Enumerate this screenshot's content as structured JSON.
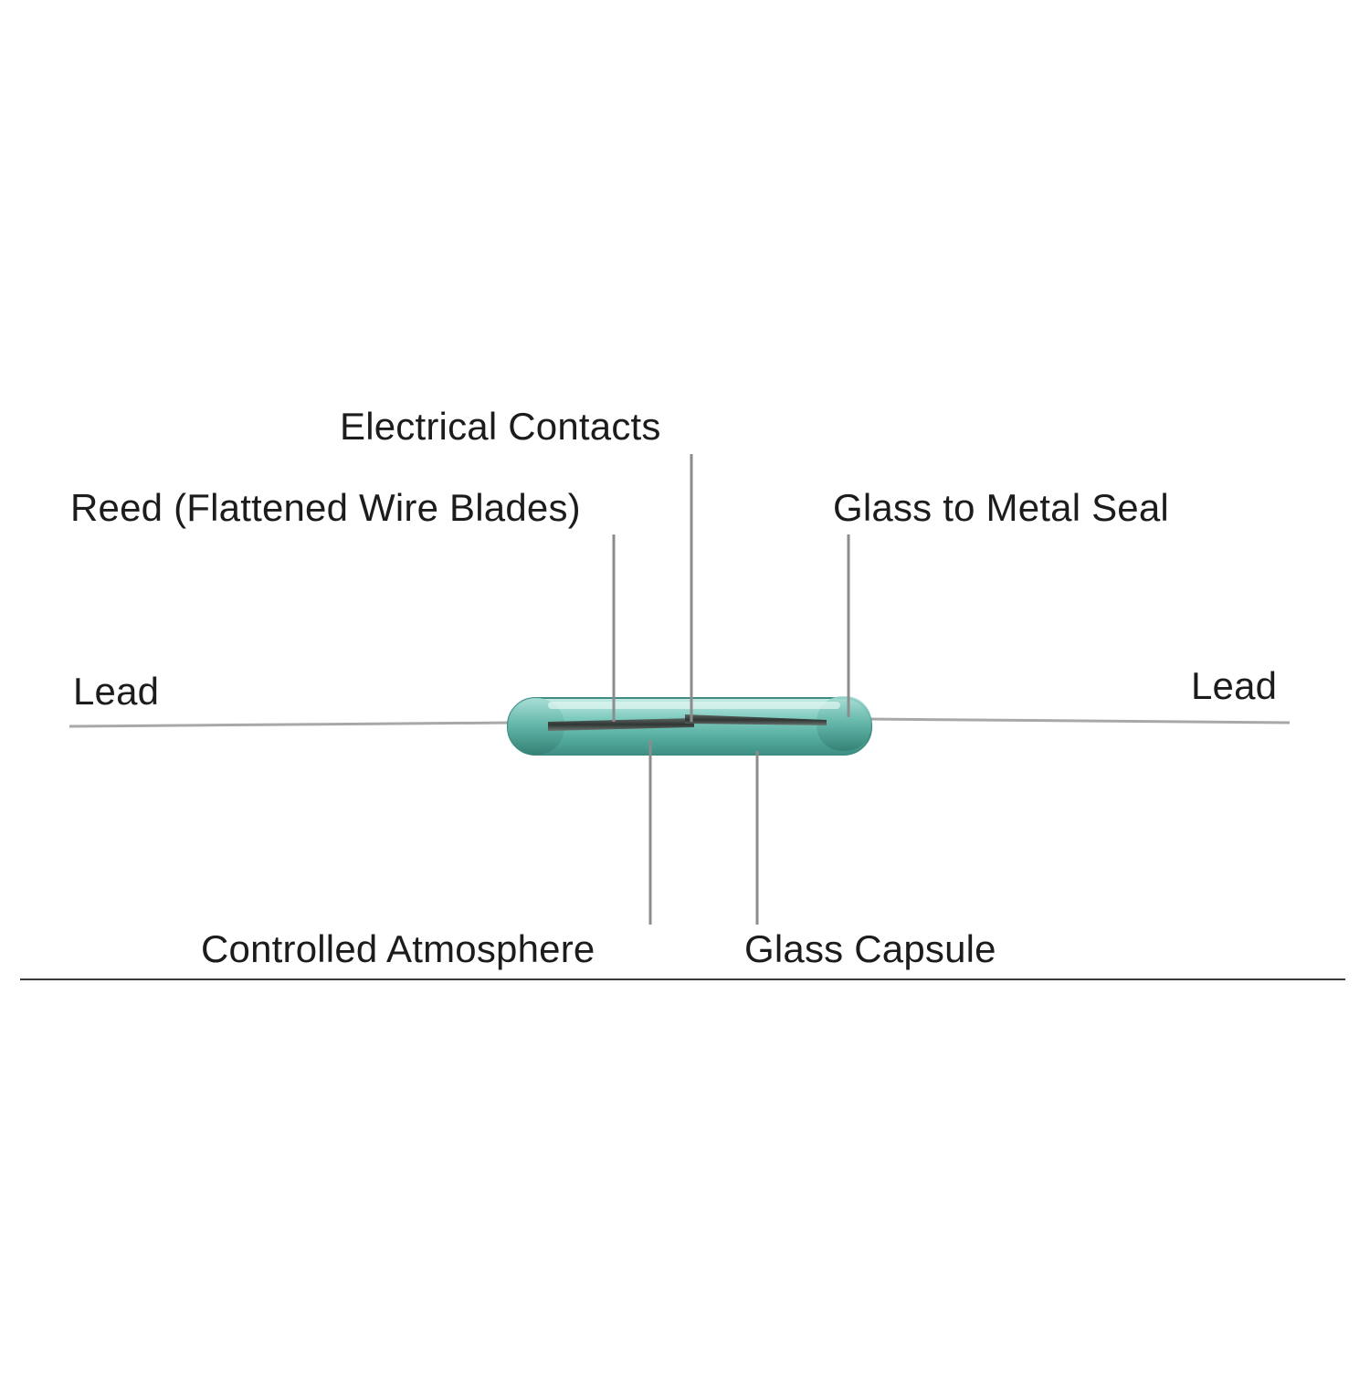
{
  "labels": {
    "electrical_contacts": "Electrical Contacts",
    "reed": "Reed (Flattened Wire Blades)",
    "glass_to_metal_seal": "Glass to Metal Seal",
    "lead_left": "Lead",
    "lead_right": "Lead",
    "controlled_atmosphere": "Controlled Atmosphere",
    "glass_capsule": "Glass Capsule"
  },
  "colors": {
    "glass": "#6fc3b8",
    "glass_dark": "#3f9a8e",
    "glass_light": "#b8e6df",
    "leader": "#8c8c8c",
    "wire": "#a8a8a8",
    "text": "#1c1c1c",
    "rule": "#3a3a3a"
  }
}
